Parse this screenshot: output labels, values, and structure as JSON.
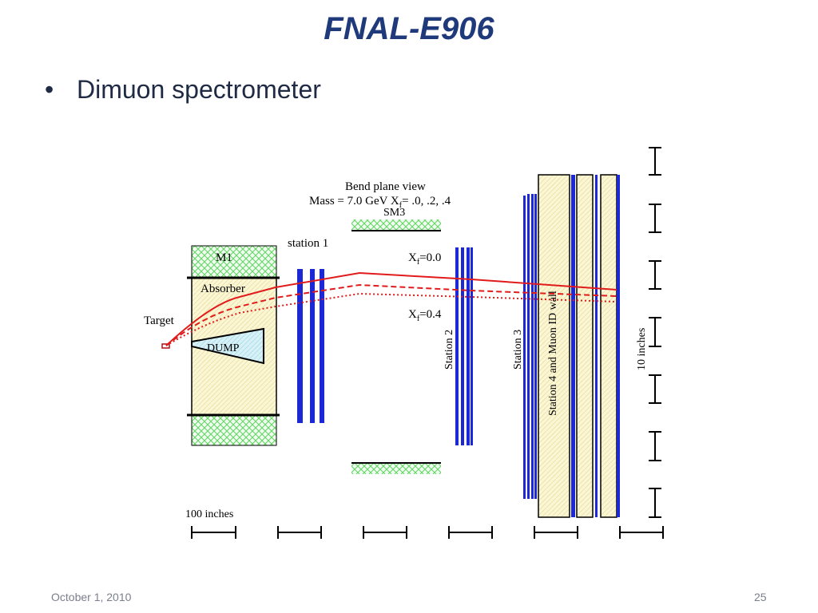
{
  "slide": {
    "title": "FNAL-E906",
    "bullet": "Dimuon spectrometer",
    "date": "October 1, 2010",
    "page_number": "25"
  },
  "diagram": {
    "view_title": "Bend plane view",
    "mass_line_a": "Mass = 7.0 GeV  X",
    "mass_line_sub": "f",
    "mass_line_b": "= .0, .2, .4",
    "magnet_sm3": "SM3",
    "magnet_m1": "M1",
    "absorber": "Absorber",
    "target": "Target",
    "dump": "DUMP",
    "station1": "station 1",
    "station2": "Station 2",
    "station3": "Station 3",
    "station4": "Station 4 and Muon ID wall",
    "xf0_main": "X",
    "xf0_sub": "f",
    "xf0_val": "=0.0",
    "xf4_main": "X",
    "xf4_sub": "f",
    "xf4_val": "=0.4",
    "scale_x": "100 inches",
    "scale_y": "10 inches",
    "colors": {
      "track": "#e11b1b",
      "station": "#1c28d6",
      "magnet_hatch": "#5dd65d",
      "absorber_fill": "#fbf6d4",
      "dump_fill": "#d7f1f7"
    }
  }
}
